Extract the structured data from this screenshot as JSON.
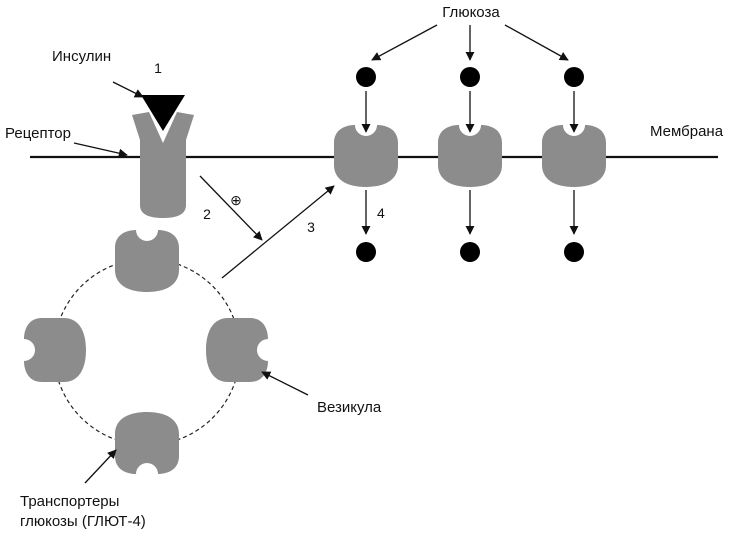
{
  "labels": {
    "glucose": "Глюкоза",
    "insulin": "Инсулин",
    "receptor": "Рецептор",
    "membrane": "Мембрана",
    "vesicle": "Везикула",
    "transporters_line1": "Транспортеры",
    "transporters_line2": "глюкозы (ГЛЮТ-4)"
  },
  "steps": {
    "s1": "1",
    "s2": "2",
    "s3": "3",
    "s4": "4",
    "plus": "⊕"
  },
  "colors": {
    "protein": "#8c8c8c",
    "ink": "#000000"
  }
}
